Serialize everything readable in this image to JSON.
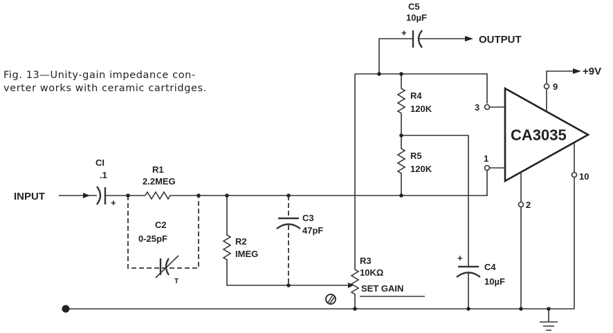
{
  "caption": {
    "line1": "Fig. 13—Unity-gain impedance con-",
    "line2": "verter works with ceramic cartridges."
  },
  "labels": {
    "input": "INPUT",
    "output": "OUTPUT",
    "supply": "+9V",
    "ic": "CA3035"
  },
  "components": {
    "c1": {
      "name": "CI",
      "value": ".1",
      "polarity": "+"
    },
    "r1": {
      "name": "R1",
      "value": "2.2MEG"
    },
    "c2": {
      "name": "C2",
      "value": "0-25pF",
      "trim": "T"
    },
    "r2": {
      "name": "R2",
      "value": "IMEG"
    },
    "c3": {
      "name": "C3",
      "value": "47pF"
    },
    "r3": {
      "name": "R3",
      "value": "10KΩ",
      "note": "SET GAIN"
    },
    "c4": {
      "name": "C4",
      "value": "10µF",
      "polarity": "+"
    },
    "r4": {
      "name": "R4",
      "value": "120K"
    },
    "r5": {
      "name": "R5",
      "value": "120K"
    },
    "c5": {
      "name": "C5",
      "value": "10µF",
      "polarity": "+"
    }
  },
  "pins": {
    "p3": "3",
    "p1": "1",
    "p9": "9",
    "p10": "10",
    "p2": "2"
  }
}
